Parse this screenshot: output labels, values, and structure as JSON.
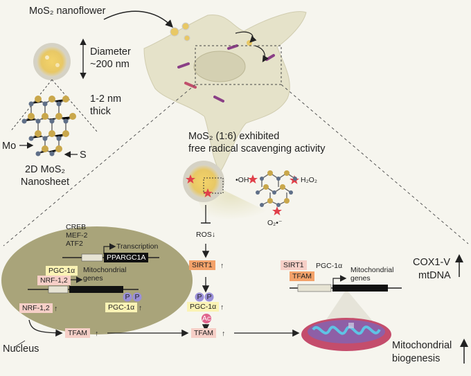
{
  "top": {
    "nanoflower_title": "MoS₂ nanoflower",
    "diameter": "Diameter ~200 nm",
    "thickness": "1-2 nm thick",
    "mo_label": "Mo",
    "s_label": "S",
    "nanosheet": "2D MoS₂ Nanosheet"
  },
  "activity": {
    "line1": "MoS₂ (1:6) exhibited",
    "line2": "free radical scavenging activity",
    "oh": "•OH",
    "h2o2": "H₂O₂",
    "o2": "O₂•⁻"
  },
  "nucleus": {
    "tf1": "CREB",
    "tf2": "MEF-2",
    "tf3": "ATF2",
    "transcription": "Transcription",
    "gene": "PPARGC1A",
    "pgc": "PGC-1α",
    "nrf": "NRF-1,2",
    "mito_genes": "Mitochondrial genes",
    "pgc_up": "PGC-1α",
    "nrf_up": "NRF-1,2",
    "nucleus_label": "Nucleus",
    "p": "P"
  },
  "pathway": {
    "ros": "ROS↓",
    "sirt1": "SIRT1",
    "pgc": "PGC-1α",
    "ac": "Ac",
    "tfam1": "TFAM",
    "tfam2": "TFAM",
    "up": "↑"
  },
  "mito": {
    "sirt1": "SIRT1",
    "pgc": "PGC-1α",
    "tfam": "TFAM",
    "genes": "Mitochondrial genes",
    "cox": "COX1-V",
    "mtdna": "mtDNA",
    "biogenesis": "Mitochondrial biogenesis"
  },
  "colors": {
    "cell": "#e5e2c9",
    "nucleus_region": "#a9a47a",
    "pink_tag": "#f6cfc7",
    "orange_tag": "#f3a26a",
    "yellow_tag": "#fbf3b5",
    "mito": "#c44d6c",
    "p_circle": "#9a8fd8",
    "ac_circle": "#e0648d"
  }
}
